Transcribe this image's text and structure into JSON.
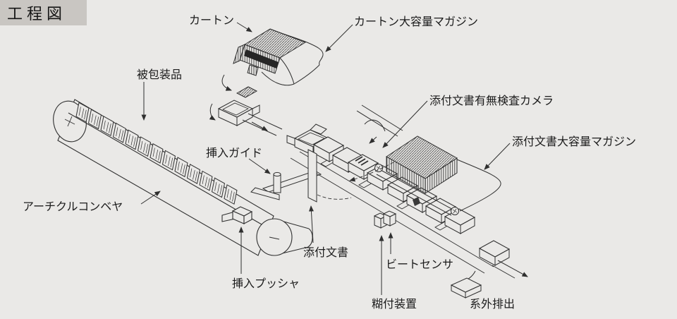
{
  "title": {
    "text": "工程図"
  },
  "labels": {
    "carton": {
      "text": "カートン"
    },
    "carton_magazine": {
      "text": "カートン大容量マガジン"
    },
    "packaged_goods": {
      "text": "被包装品"
    },
    "doc_camera": {
      "text": "添付文書有無検査カメラ"
    },
    "insertion_guide": {
      "text": "挿入ガイド"
    },
    "doc_magazine": {
      "text": "添付文書大容量マガジン"
    },
    "article_conveyor": {
      "text": "アーチクルコンベヤ"
    },
    "attached_doc": {
      "text": "添付文書"
    },
    "insertion_pusher": {
      "text": "挿入プッシャ"
    },
    "beat_sensor": {
      "text": "ビートセンサ"
    },
    "glue_device": {
      "text": "糊付装置"
    },
    "system_discharge": {
      "text": "系外排出"
    }
  },
  "colors": {
    "background": "#eae9e7",
    "line": "#2f2f2f",
    "title_background": "#c9c6c2",
    "text": "#1c1c1c"
  }
}
